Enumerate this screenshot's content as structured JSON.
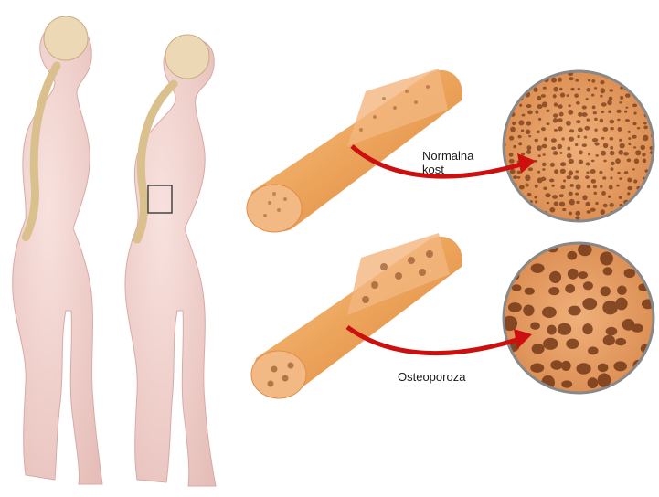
{
  "labels": {
    "normal_bone": "Normalna\nkost",
    "osteoporosis": "Osteoporoza"
  },
  "colors": {
    "skin": "#f3d6d2",
    "skin_shadow": "#e3b7b3",
    "bone_outer": "#e9a05a",
    "bone_light": "#f6c58a",
    "bone_cut": "#f2b680",
    "pore": "#8a4a22",
    "spine": "#e8d3a6",
    "arrow": "#cc1010",
    "circle_border": "#8a8a8a"
  },
  "icons": [
    "normal-woman-figure",
    "kyphosis-woman-figure",
    "normal-bone-section",
    "osteoporosis-bone-section",
    "magnified-normal-bone",
    "magnified-osteoporosis-bone",
    "red-arrow"
  ]
}
